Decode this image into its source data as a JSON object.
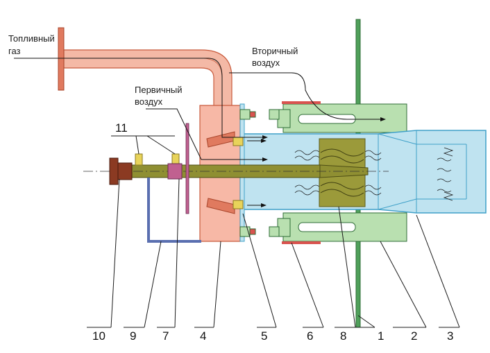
{
  "labels": {
    "fuel_gas": [
      "Топливный",
      "газ"
    ],
    "primary_air": [
      "Первичный",
      "воздух"
    ],
    "secondary_air": [
      "Вторичный",
      "воздух"
    ]
  },
  "callouts": {
    "top": "11",
    "bottom": [
      "10",
      "9",
      "7",
      "4",
      "5",
      "6",
      "8",
      "1",
      "2",
      "3"
    ]
  },
  "colors": {
    "gas_pipe": "#f4b9a6",
    "gas_flange": "#e07a5f",
    "mixer_body": "#f7b8a6",
    "chamber": "#bfe3f0",
    "chamber_stroke": "#3fa0c8",
    "secondary_housing": "#b9e0b0",
    "swirler": "#9b9a3a",
    "lance": "#8f8f32",
    "nozzle_cap": "#8b3a22",
    "plate": "#4fa05a",
    "fasteners": "#e8d35a",
    "tube_blue": "#5a6fb0",
    "gasket_red": "#d9534f"
  }
}
